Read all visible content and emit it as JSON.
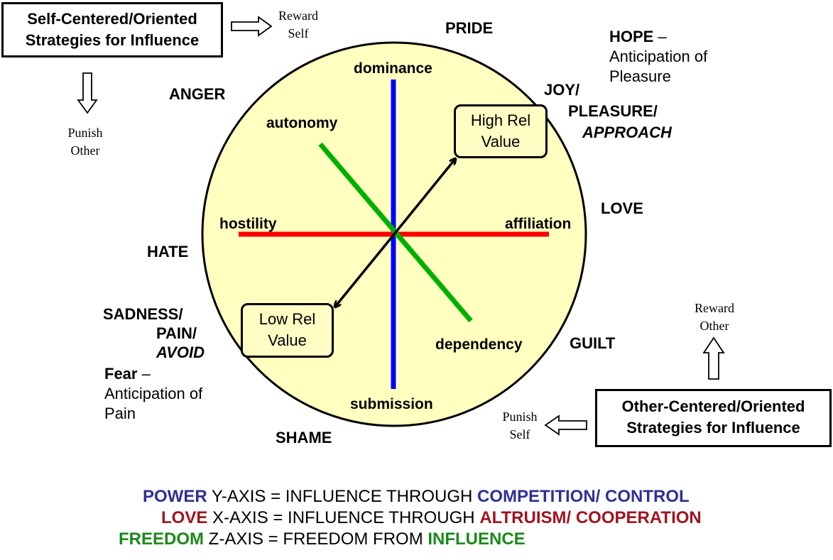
{
  "title": "Diagram",
  "self_box": {
    "line1": "Self-Centered/Oriented",
    "line2": "Strategies for Influence"
  },
  "other_box": {
    "line1": "Other-Centered/Oriented",
    "line2": "Strategies for Influence"
  },
  "reward_self": {
    "line1": "Reward",
    "line2": "Self"
  },
  "punish_other": {
    "line1": "Punish",
    "line2": "Other"
  },
  "reward_other": {
    "line1": "Reward",
    "line2": "Other"
  },
  "punish_self": {
    "line1": "Punish",
    "line2": "Self"
  },
  "emotions": {
    "pride": "PRIDE",
    "anger": "ANGER",
    "hate": "HATE",
    "shame": "SHAME",
    "love": "LOVE",
    "guilt": "GUILT",
    "joy1": "JOY/",
    "joy2": "PLEASURE/",
    "joy3": "APPROACH",
    "sad1": "SADNESS/",
    "sad2": "PAIN/",
    "sad3": "AVOID"
  },
  "hope": {
    "word": "HOPE",
    "dash": " –",
    "line2": "Anticipation of",
    "line3": "Pleasure"
  },
  "fear": {
    "word": "Fear",
    "dash": " –",
    "line2": "Anticipation of",
    "line3": "Pain"
  },
  "axes": {
    "dominance": "dominance",
    "submission": "submission",
    "hostility": "hostility",
    "affiliation": "affiliation",
    "autonomy": "autonomy",
    "dependency": "dependency"
  },
  "high_rel": {
    "line1": "High Rel",
    "line2": "Value"
  },
  "low_rel": {
    "line1": "Low Rel",
    "line2": "Value"
  },
  "legend": {
    "power": {
      "key": "POWER",
      "mid": " Y-AXIS = INFLUENCE THROUGH ",
      "end": "COMPETITION/ CONTROL"
    },
    "love": {
      "key": "LOVE",
      "mid": " X-AXIS = INFLUENCE THROUGH ",
      "end": "ALTRUISM/ COOPERATION"
    },
    "freedom": {
      "key": "FREEDOM",
      "mid": " Z-AXIS = FREEDOM FROM ",
      "end": "INFLUENCE"
    }
  },
  "colors": {
    "circle_fill": "#ffffc0",
    "power": "#2e3192",
    "love": "#a0141e",
    "freedom": "#1a8a1a",
    "y_axis": "#0000ff",
    "x_axis": "#ff0000",
    "z_axis": "#00b000"
  }
}
